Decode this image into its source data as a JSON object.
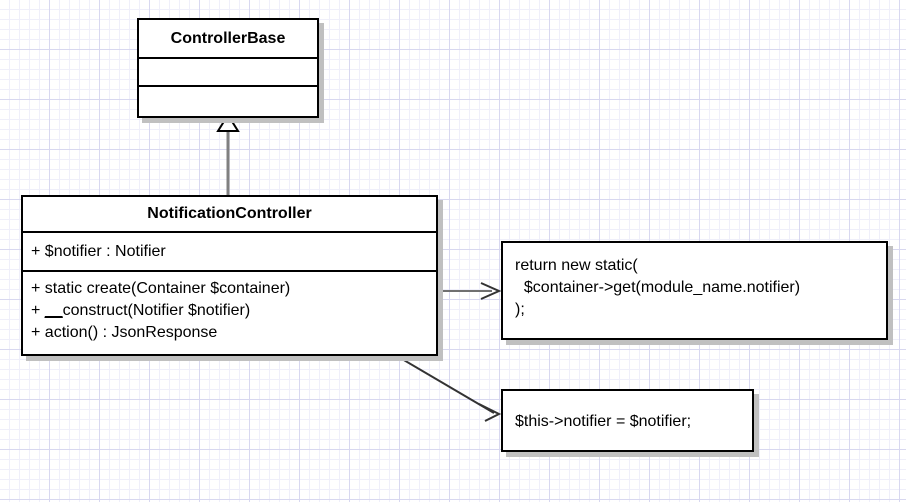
{
  "diagram": {
    "type": "uml-class-diagram",
    "background": "#ffffff",
    "grid_color": "#d8d8f0",
    "line_color": "#555555",
    "border_color": "#000000",
    "shadow_color": "#c0c0c0"
  },
  "classes": [
    {
      "id": "controller-base",
      "name": "ControllerBase",
      "attributes": [],
      "operations": []
    },
    {
      "id": "notification-controller",
      "name": "NotificationController",
      "attributes": [
        "+ $notifier : Notifier"
      ],
      "operations": [
        {
          "prefix": "+ static ",
          "underlined": "",
          "text": "create(Container $container)"
        },
        {
          "prefix": "+ ",
          "underlined": "__",
          "text": "construct(Notifier $notifier)"
        },
        {
          "prefix": "+ ",
          "underlined": "",
          "text": "action() : JsonResponse"
        }
      ]
    }
  ],
  "notes": [
    {
      "id": "note-create",
      "lines": [
        "return new static(",
        "  $container->get(module_name.notifier)",
        ");"
      ]
    },
    {
      "id": "note-construct",
      "lines": [
        "$this->notifier = $notifier;"
      ]
    }
  ],
  "relationships": [
    {
      "id": "generalization",
      "kind": "generalization",
      "from": "NotificationController",
      "to": "ControllerBase",
      "arrowhead": "hollow-triangle"
    },
    {
      "id": "link-create-note",
      "kind": "note-link",
      "from": "create(Container $container)",
      "to": "return new static(...)",
      "arrowhead": "open-arrow"
    },
    {
      "id": "link-construct-note",
      "kind": "note-link",
      "from": "__construct(Notifier $notifier)",
      "to": "$this->notifier = $notifier;",
      "arrowhead": "open-arrow"
    }
  ]
}
